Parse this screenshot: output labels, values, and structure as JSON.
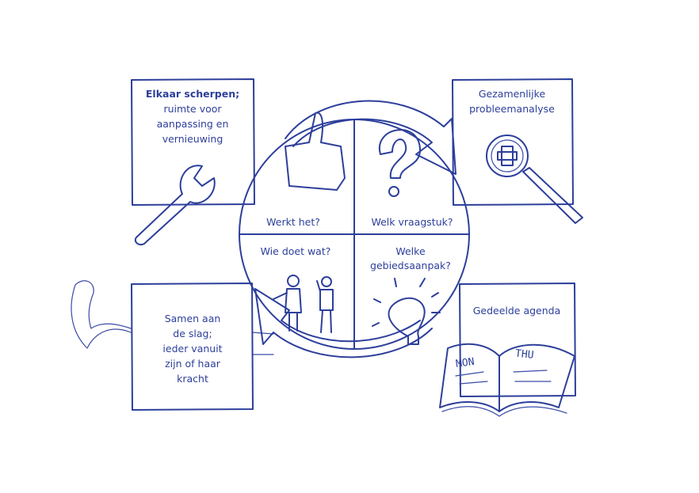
{
  "boxes": {
    "top_left": {
      "lines": [
        "Elkaar scherpen;",
        "ruimte voor",
        "aanpassing en",
        "vernieuwing"
      ],
      "icon": "wrench-icon"
    },
    "top_right": {
      "lines": [
        "Gezamenlijke",
        "probleemanalyse"
      ],
      "icon": "magnifier-icon"
    },
    "bottom_left": {
      "lines": [
        "Samen aan",
        "de slag;",
        "ieder vanuit",
        "zijn of haar",
        "kracht"
      ],
      "icon": "flexed-arm-icon"
    },
    "bottom_right": {
      "lines": [
        "Gedeelde agenda"
      ],
      "icon": "open-book-icon",
      "book_left": "MON",
      "book_right": "THU"
    }
  },
  "cycle": {
    "quadrants": {
      "top_left": [
        "Werkt het?"
      ],
      "top_right": [
        "Welk vraagstuk?"
      ],
      "bottom_left": [
        "Wie doet wat?"
      ],
      "bottom_right": [
        "Welke",
        "gebiedsaanpak?"
      ]
    }
  },
  "colors": {
    "ink": "#2d3f9b"
  }
}
